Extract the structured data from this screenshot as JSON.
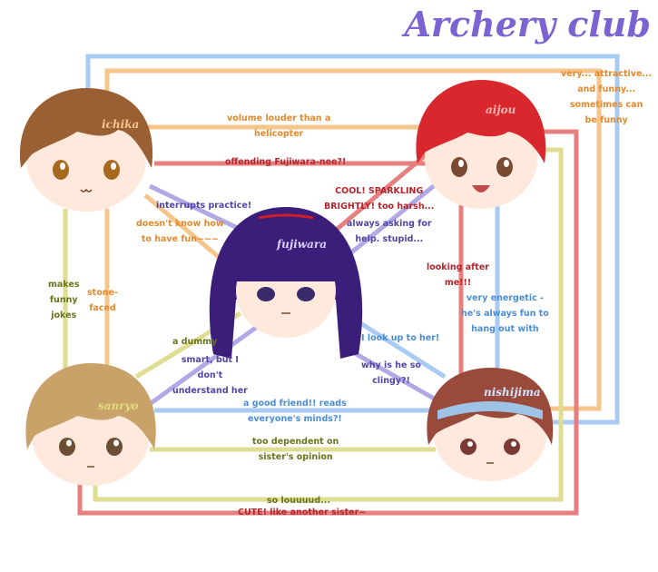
{
  "title": "Archery club",
  "characters": {
    "ichika": "ichika",
    "fujiwara": "fujiwara",
    "aijou": "aijou",
    "sanryo": "sanryo",
    "nishijima": "nishijima"
  },
  "relations": {
    "r1": "very... attractive...\nand funny...\nsometimes can\nbe funny",
    "r2": "volume louder than a\nhelicopter",
    "r3": "offending Fujiwara-nee?!",
    "r4": "interrupts practice!",
    "r5": "doesn't know how\nto have fun~~~",
    "r6": "COOL! SPARKLING\nBRIGHTLY! too harsh...",
    "r7": "always asking for\nhelp. stupid...",
    "r8": "looking after\nme!!!",
    "r9": "very energetic -\nhe's always fun to\nhang out with",
    "r10": "makes\nfunny\njokes",
    "r11": "stone-\nfaced",
    "r12": "a dummy",
    "r13": "smart, but I\ndon't\nunderstand her",
    "r14": "I look up to her!",
    "r15": "why is he so\nclingy?!",
    "r16": "a good friend!! reads\neveryone's minds?!",
    "r17": "too dependent on\nsister's opinion",
    "r18": "so louuuud...",
    "r19": "CUTE! like another sister~"
  },
  "colors": {
    "blue": "#a9cbf3",
    "orange": "#f6c58b",
    "red": "#e77f7f",
    "yellow": "#dedd92",
    "purple": "#b0a9e6",
    "title": "#7b63d1",
    "text_orange": "#e4892d",
    "text_red": "#b3262c",
    "text_purple": "#5146a7",
    "text_blue": "#4b8ed6",
    "text_olive": "#6b7419"
  }
}
